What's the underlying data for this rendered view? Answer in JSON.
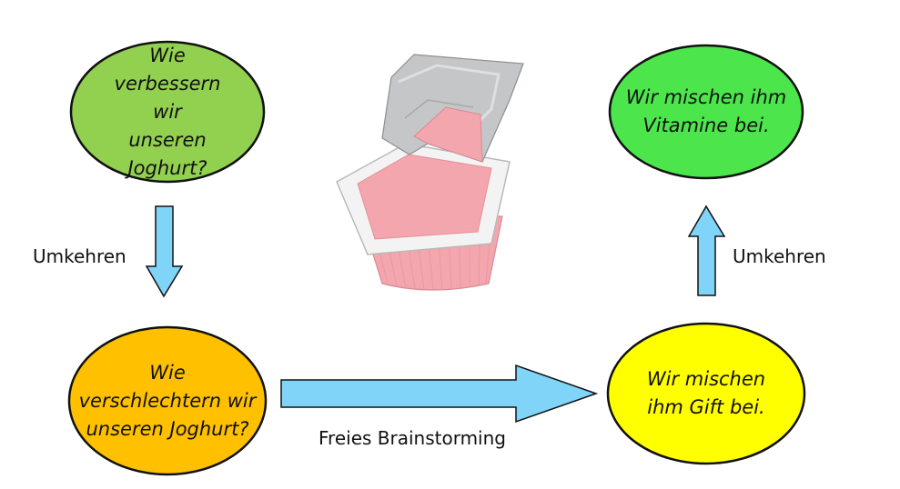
{
  "nodes": {
    "question_improve": {
      "text": "Wie verbessern wir unseren Joghurt?",
      "fill": "#92d050"
    },
    "question_worsen": {
      "text": "Wie verschlechtern wir unseren Joghurt?",
      "fill": "#ffc000"
    },
    "idea_poison": {
      "text": "Wir mischen ihm Gift bei.",
      "fill": "#ffff00"
    },
    "idea_vitamins": {
      "text": "Wir mischen ihm Vitamine bei.",
      "fill": "#4ce64c"
    }
  },
  "edges": {
    "left_down": {
      "label": "Umkehren"
    },
    "bottom_right": {
      "label": "Freies Brainstorming"
    },
    "right_up": {
      "label": "Umkehren"
    }
  },
  "colors": {
    "arrow_fill": "#7fd4f7",
    "outline": "#111111",
    "yogurt_pink": "#f3a6ad",
    "foil": "#c4c6c8"
  }
}
